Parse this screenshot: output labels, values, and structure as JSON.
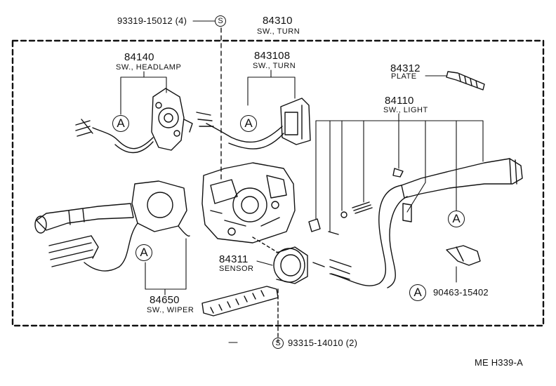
{
  "callouts": {
    "turn_switch_clip": {
      "part_no": "93319-15012 (4)",
      "symbol": "S"
    },
    "turn_switch_assy": {
      "part_no": "84310",
      "name": "SW., TURN"
    },
    "headlamp_switch": {
      "part_no": "84140",
      "name": "SW., HEADLAMP"
    },
    "turn_switch": {
      "part_no": "843108",
      "name": "SW., TURN"
    },
    "plate": {
      "part_no": "84312",
      "name": "PLATE"
    },
    "light_switch": {
      "part_no": "84110",
      "name": "SW., LIGHT"
    },
    "sensor": {
      "part_no": "84311",
      "name": "SENSOR"
    },
    "wiper_switch": {
      "part_no": "84650",
      "name": "SW., WIPER"
    },
    "clamp": {
      "part_no": "90463-15402"
    },
    "screw": {
      "part_no": "93315-14010 (2)",
      "symbol": "S"
    }
  },
  "connector_marker": "A",
  "footer": {
    "code": "ME  H339-A"
  }
}
